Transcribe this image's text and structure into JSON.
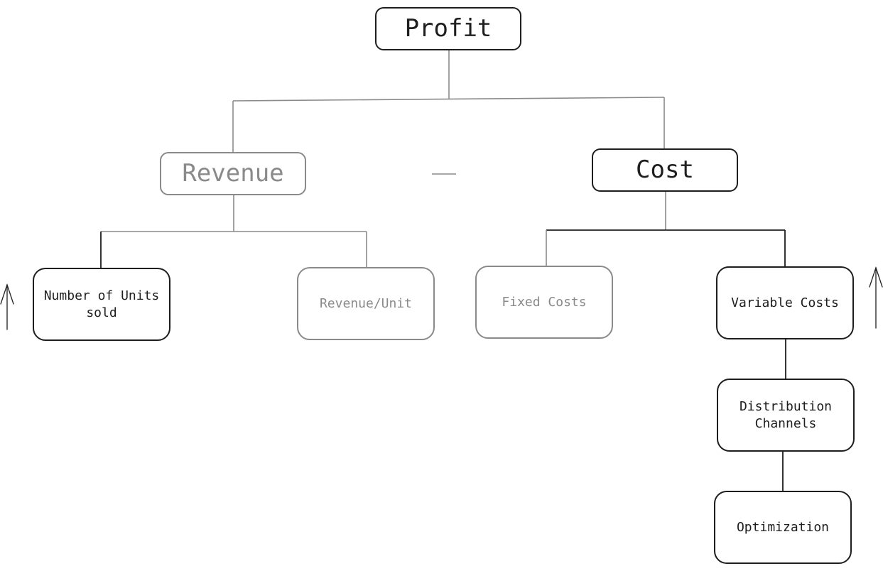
{
  "nodes": {
    "profit": "Profit",
    "revenue": "Revenue",
    "cost": "Cost",
    "units_sold": "Number of Units\nsold",
    "revenue_per_unit": "Revenue/Unit",
    "fixed_costs": "Fixed Costs",
    "variable_costs": "Variable Costs",
    "distribution_channels": "Distribution\nChannels",
    "optimization": "Optimization"
  },
  "colors": {
    "primary": "#1e1e1e",
    "muted": "#8a8a8a",
    "background": "#ffffff"
  },
  "icons": {
    "left_indicator": "up-arrow-icon",
    "right_indicator": "up-arrow-icon",
    "operator": "minus-icon"
  }
}
